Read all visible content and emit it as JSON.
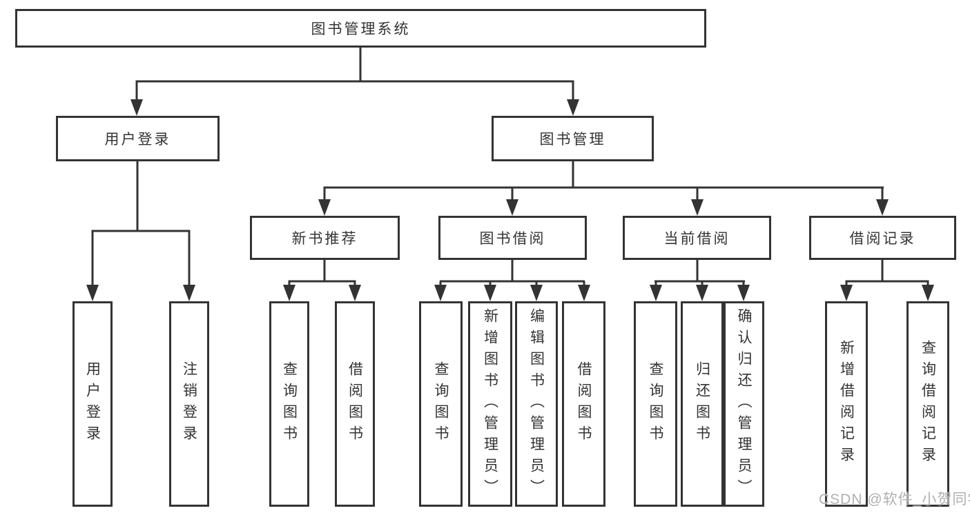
{
  "diagram_title": "图书管理系统",
  "watermark": "CSDN @软件_小贺同学",
  "colors": {
    "line": "#333333",
    "text": "#333333",
    "background": "#ffffff",
    "watermark": "#b0b0b0"
  },
  "nodes": {
    "root": "图书管理系统",
    "user_login": "用户登录",
    "book_management": "图书管理",
    "login": "用户登录",
    "logout": "注销登录",
    "new_book_rec": "新书推荐",
    "book_borrow": "图书借阅",
    "current_borrow": "当前借阅",
    "borrow_records": "借阅记录",
    "rec_query_books": "查询图书",
    "rec_borrow_books": "借阅图书",
    "bb_query_books": "查询图书",
    "bb_add_books": "新增图书（管理员）",
    "bb_edit_books": "编辑图书（管理员）",
    "bb_borrow_books": "借阅图书",
    "cb_query_books": "查询图书",
    "cb_return_books": "归还图书",
    "cb_confirm_return": "确认归还（管理员）",
    "br_add_record": "新增借阅记录",
    "br_query_record": "查询借阅记录"
  }
}
